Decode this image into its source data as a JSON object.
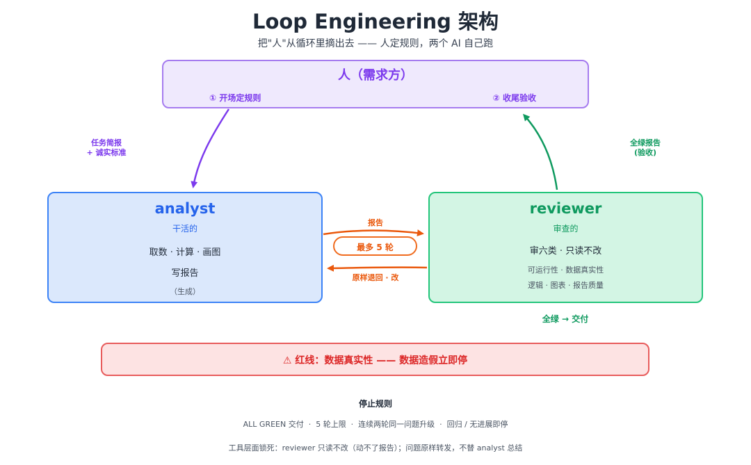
{
  "title": "Loop Engineering 架构",
  "subtitle": "把\"人\"从循环里摘出去 —— 人定规则，两个 AI 自己跑",
  "human": {
    "title": "人（需求方）",
    "step1": "① 开场定规则",
    "step2": "② 收尾验收"
  },
  "edges": {
    "briefing_line1": "任务简报",
    "briefing_line2": "+ 诚实标准",
    "green_report_line1": "全绿报告",
    "green_report_line2": "(验收)",
    "report": "报告",
    "max_rounds": "最多 5 轮",
    "return": "原样退回 · 改",
    "all_green": "全绿 → 交付"
  },
  "analyst": {
    "title": "analyst",
    "subtitle": "干活的",
    "line1": "取数 · 计算 · 画图",
    "line2": "写报告",
    "note": "（生成）"
  },
  "reviewer": {
    "title": "reviewer",
    "subtitle": "审查的",
    "line1": "审六类 · 只读不改",
    "line2": "可运行性 · 数据真实性",
    "line3": "逻辑 · 图表 · 报告质量"
  },
  "redline": "⚠ 红线：数据真实性 —— 数据造假立即停",
  "stop": {
    "title": "停止规则",
    "rules": "ALL GREEN 交付  ·  5 轮上限  ·  连续两轮同一问题升级  ·  回归 / 无进展即停",
    "tool_lock": "工具层面锁死：reviewer 只读不改（动不了报告）；问题原样转发，不替 analyst 总结"
  },
  "colors": {
    "human": "#7c3aed",
    "analyst": "#2563eb",
    "reviewer": "#16a34a",
    "loop": "#ea580c",
    "redline": "#dc2626"
  }
}
